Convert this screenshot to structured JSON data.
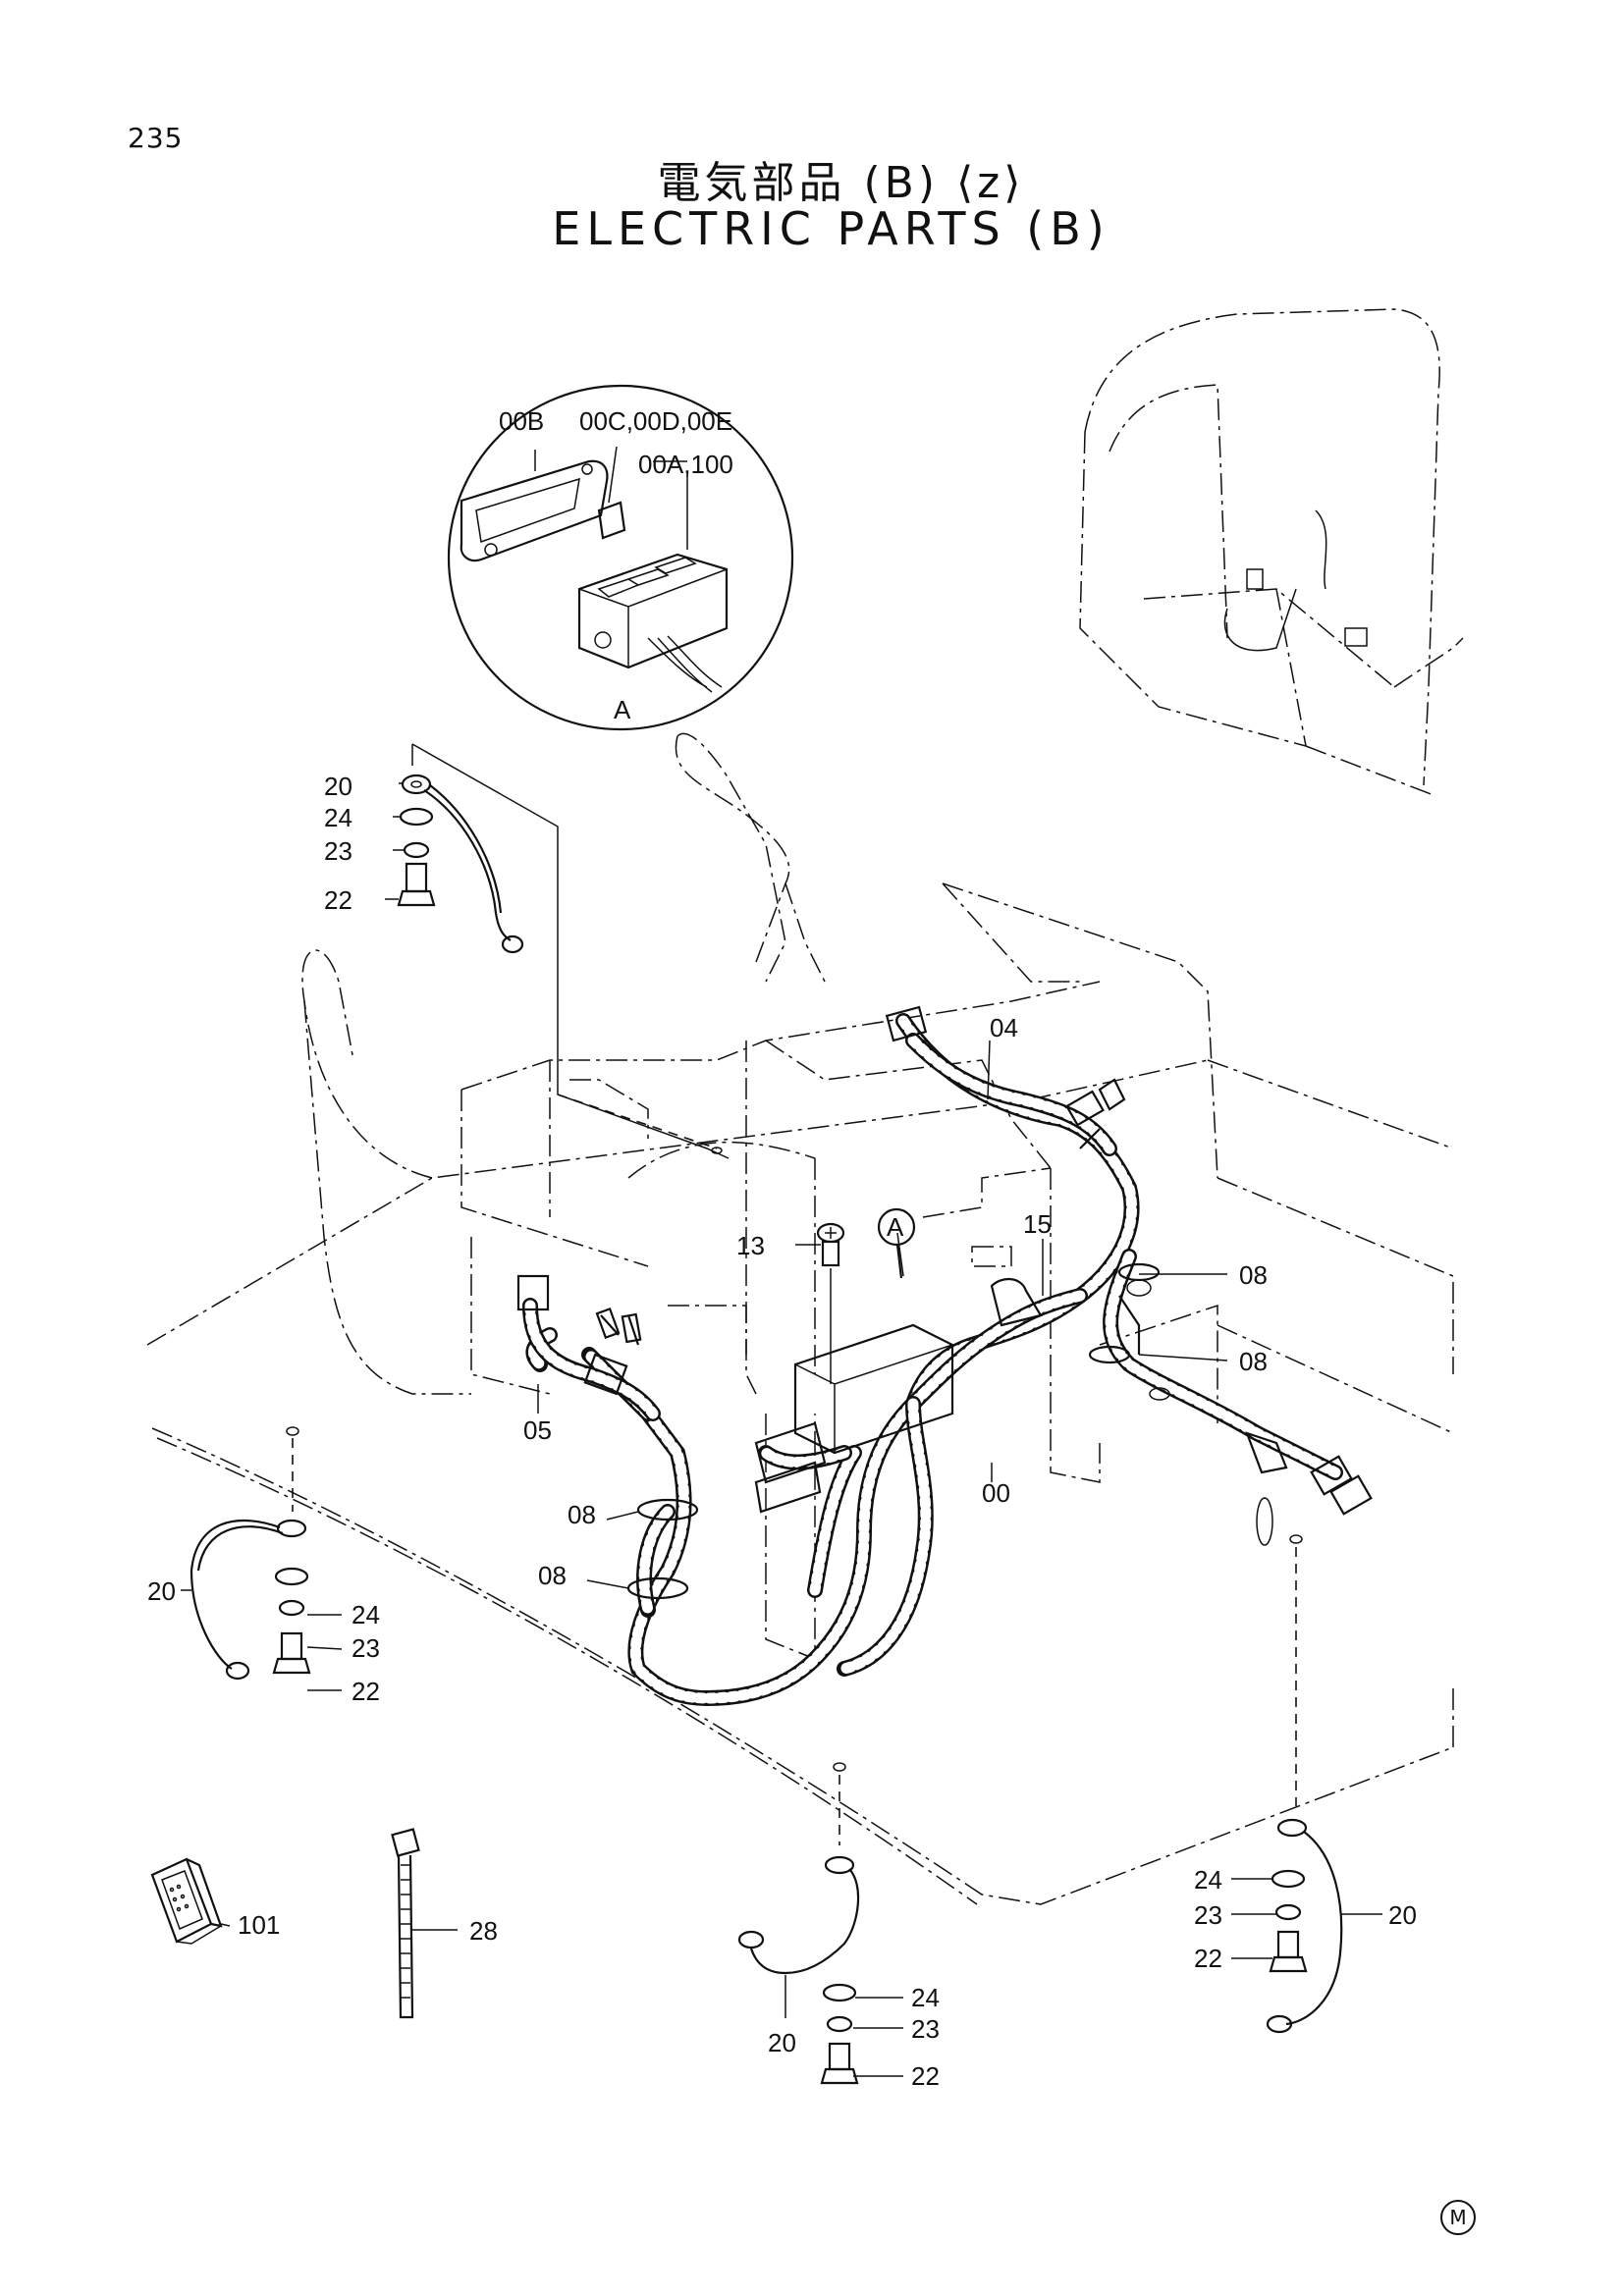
{
  "page": {
    "number": "235",
    "title_jp": "電気部品 (B) ⟨z⟩",
    "title_en": "ELECTRIC PARTS (B)",
    "mark": "M"
  },
  "detail": {
    "label": "A",
    "callout": "A",
    "parts": [
      "00B",
      "00C,00D,00E",
      "00A,100"
    ]
  },
  "labels": {
    "p00": "00",
    "p04": "04",
    "p05": "05",
    "p08": "08",
    "p13": "13",
    "p15": "15",
    "p20": "20",
    "p22": "22",
    "p23": "23",
    "p24": "24",
    "p28": "28",
    "p101": "101"
  }
}
